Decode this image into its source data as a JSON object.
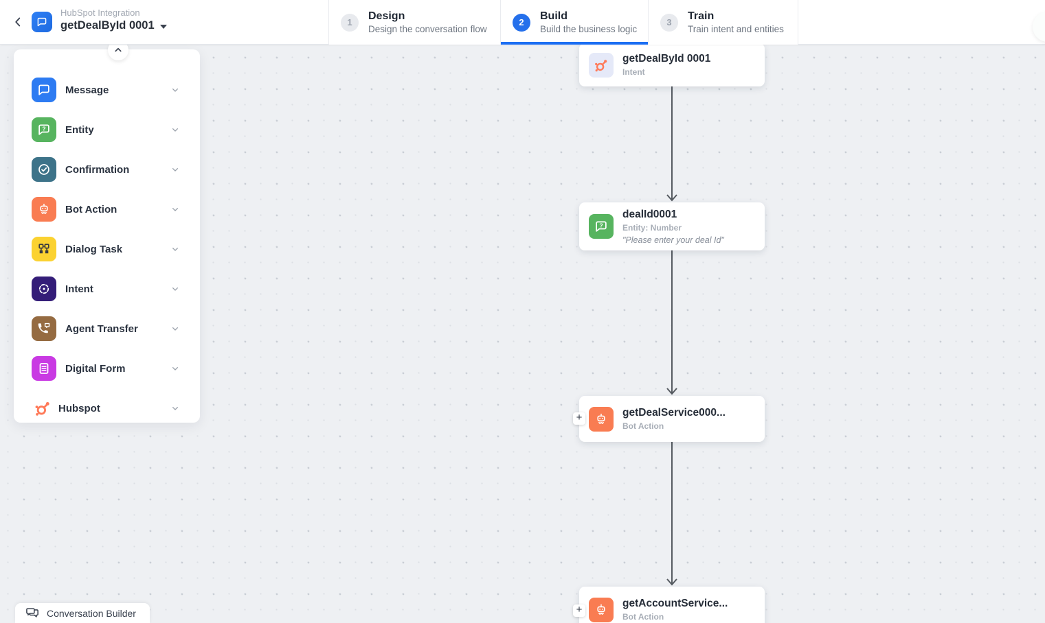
{
  "header": {
    "project_subtitle": "HubSpot Integration",
    "project_title": "getDealById 0001",
    "steps": [
      {
        "number": "1",
        "title": "Design",
        "subtitle": "Design the conversation flow"
      },
      {
        "number": "2",
        "title": "Build",
        "subtitle": "Build the business logic"
      },
      {
        "number": "3",
        "title": "Train",
        "subtitle": "Train intent and entities"
      }
    ],
    "active_step": "Build"
  },
  "sidebar": {
    "items": [
      {
        "label": "Message",
        "color": "#2d7bf2"
      },
      {
        "label": "Entity",
        "color": "#57b45f"
      },
      {
        "label": "Confirmation",
        "color": "#3d7389"
      },
      {
        "label": "Bot Action",
        "color": "#f97c52"
      },
      {
        "label": "Dialog Task",
        "color": "#fbd231"
      },
      {
        "label": "Intent",
        "color": "#341d78"
      },
      {
        "label": "Agent Transfer",
        "color": "#956b41"
      },
      {
        "label": "Digital Form",
        "color": "#c93ae3"
      },
      {
        "label": "Hubspot",
        "color": "#ff7a59"
      }
    ]
  },
  "canvas": {
    "nodes": [
      {
        "title": "getDealById 0001",
        "subtitle": "Intent"
      },
      {
        "title": "dealId0001",
        "subtitle": "Entity: Number",
        "quote": "\"Please enter your deal Id\""
      },
      {
        "title": "getDealService000...",
        "subtitle": "Bot Action"
      },
      {
        "title": "getAccountService...",
        "subtitle": "Bot Action"
      }
    ],
    "add_button_label": "+"
  },
  "footer": {
    "badge_label": "Conversation Builder"
  },
  "colors": {
    "accent_blue": "#2570eb",
    "hubspot_orange": "#ff7a59",
    "connector": "#565b61"
  }
}
